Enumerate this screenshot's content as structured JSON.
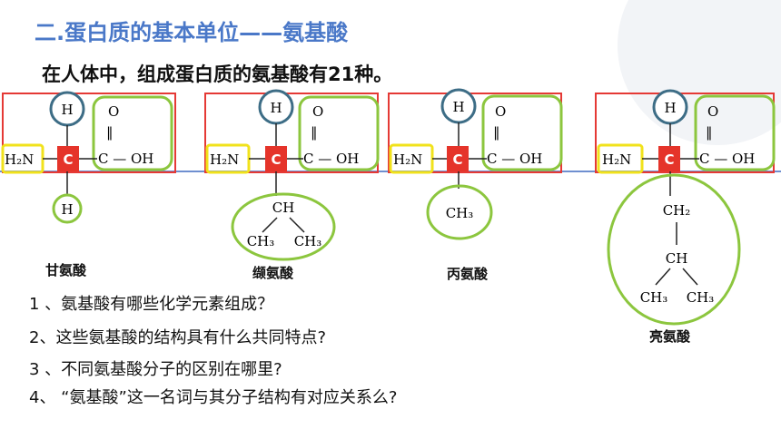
{
  "page": {
    "title": "二.蛋白质的基本单位——氨基酸",
    "subtitle": "在人体中，组成蛋白质的氨基酸有21种。"
  },
  "structure": {
    "h": "H",
    "o": "O",
    "dbl": "‖",
    "c_center": "C",
    "amine": "H₂N",
    "carboxyl": "C — OH",
    "dash": "—"
  },
  "amino_acids": [
    {
      "name": "甘氨酸",
      "r": [
        "H"
      ]
    },
    {
      "name": "缬氨酸",
      "r": [
        "CH",
        "CH₃",
        "CH₃"
      ]
    },
    {
      "name": "丙氨酸",
      "r": [
        "CH₃"
      ]
    },
    {
      "name": "亮氨酸",
      "r": [
        "CH₂",
        "CH",
        "CH₃",
        "CH₃"
      ]
    }
  ],
  "questions": [
    "1 、氨基酸有哪些化学元素组成？",
    "2、这些氨基酸的结构具有什么共同特点?",
    "3 、不同氨基酸分子的区别在哪里?",
    "4、 “氨基酸”这一名词与其分子结构有对应关系么?"
  ],
  "colors": {
    "title": "#4a78c8",
    "box_red": "#e53935",
    "c_fill": "#e5342a",
    "h_circle": "#3d6d86",
    "green": "#8cc63e",
    "yellow": "#f1e21b",
    "blue_line": "#6f8fd0"
  }
}
